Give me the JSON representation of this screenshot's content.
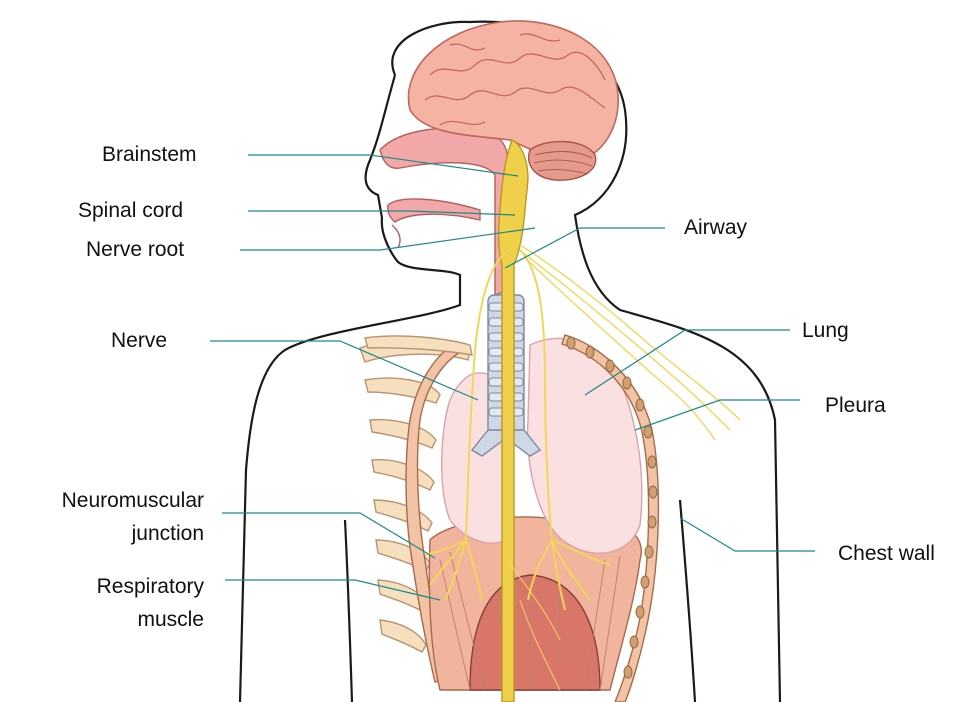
{
  "labels": {
    "brainstem": "Brainstem",
    "spinal_cord": "Spinal cord",
    "nerve_root": "Nerve root",
    "nerve": "Nerve",
    "neuromuscular_junction_line1": "Neuromuscular",
    "neuromuscular_junction_line2": "junction",
    "respiratory_muscle_line1": "Respiratory",
    "respiratory_muscle_line2": "muscle",
    "airway": "Airway",
    "lung": "Lung",
    "pleura": "Pleura",
    "chest_wall": "Chest wall"
  },
  "colors": {
    "leader_line": "#1a8a8a",
    "outline": "#1a1a1a",
    "brain": "#f4b3a3",
    "brain_fold": "#c0665a",
    "nerve_yellow": "#f2d65a",
    "spinal_cord": "#f0cf4a",
    "lung": "#fbe0e2",
    "airway_tissue": "#f2a8a8",
    "trachea": "#cfd8e6",
    "rib": "#f2c3a4",
    "rib_back": "#f5dfbf",
    "diaphragm": "#d9766a",
    "muscle": "#f0b59c"
  }
}
